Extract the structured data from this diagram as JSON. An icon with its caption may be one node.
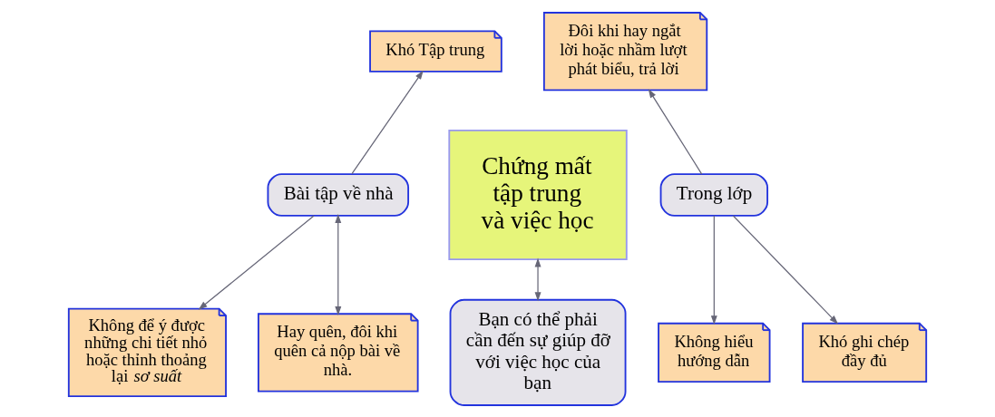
{
  "diagram": {
    "nodes": [
      {
        "text": [
          "Khó Tập trung"
        ]
      },
      {
        "text": [
          "Đôi khi hay ngắt lời hoặc nhầm lượt phát biểu, trả lời"
        ]
      },
      {
        "text": [
          "Chứng mất tập trung và việc học"
        ]
      },
      {
        "text": [
          "Không để ý được những chi tiết nhỏ hoặc thỉnh thoảng lại *sơ suất*"
        ]
      },
      {
        "text": [
          "Bài tập về nhà"
        ]
      },
      {
        "text": [
          "Trong lớp"
        ]
      },
      {
        "text": [
          "Khó ghi chép đầy đủ"
        ]
      },
      {
        "text": [
          "Hay quên, đôi khi quên cả nộp bài về nhà."
        ]
      },
      {
        "text": [
          "Không hiểu hướng dẫn"
        ]
      },
      {
        "text": [
          "Bạn có thể phải cần đến sự giúp đỡ với việc học của bạn"
        ]
      }
    ],
    "edges": [
      {
        "from": 4,
        "to": 0,
        "arrow": "to"
      },
      {
        "from": 4,
        "to": 3,
        "arrow": "to"
      },
      {
        "from": 4,
        "to": 7,
        "arrow": "both"
      },
      {
        "from": 5,
        "to": 1,
        "arrow": "to"
      },
      {
        "from": 5,
        "to": 6,
        "arrow": "to"
      },
      {
        "from": 5,
        "to": 8,
        "arrow": "to"
      },
      {
        "from": 2,
        "to": 9,
        "arrow": "both"
      }
    ]
  }
}
